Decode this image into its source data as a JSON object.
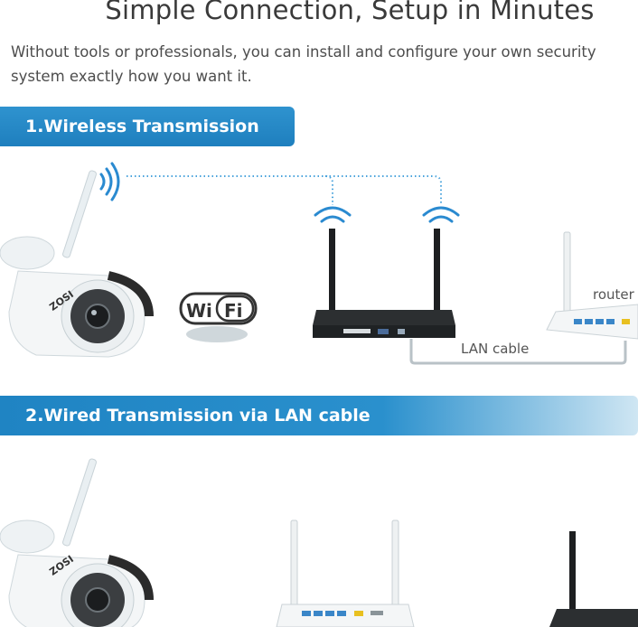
{
  "header": {
    "title": "Simple Connection, Setup in Minutes",
    "intro_line1": "Without tools or professionals, you can install and configure your own security",
    "intro_line2": "system exactly how you want it."
  },
  "sections": [
    {
      "label": "1.Wireless Transmission"
    },
    {
      "label": "2.Wired Transmission via LAN cable"
    }
  ],
  "diagram1": {
    "camera_brand": "ZOSI",
    "wifi_badge_left": "Wi",
    "wifi_badge_right": "Fi",
    "router_label": "router",
    "cable_label": "LAN cable"
  },
  "diagram2": {
    "camera_brand": "ZOSI"
  },
  "colors": {
    "banner_blue": "#2189c8",
    "signal_blue": "#2a8ad0",
    "router_port_blue": "#3a86c8",
    "router_port_yellow": "#e8c020"
  }
}
